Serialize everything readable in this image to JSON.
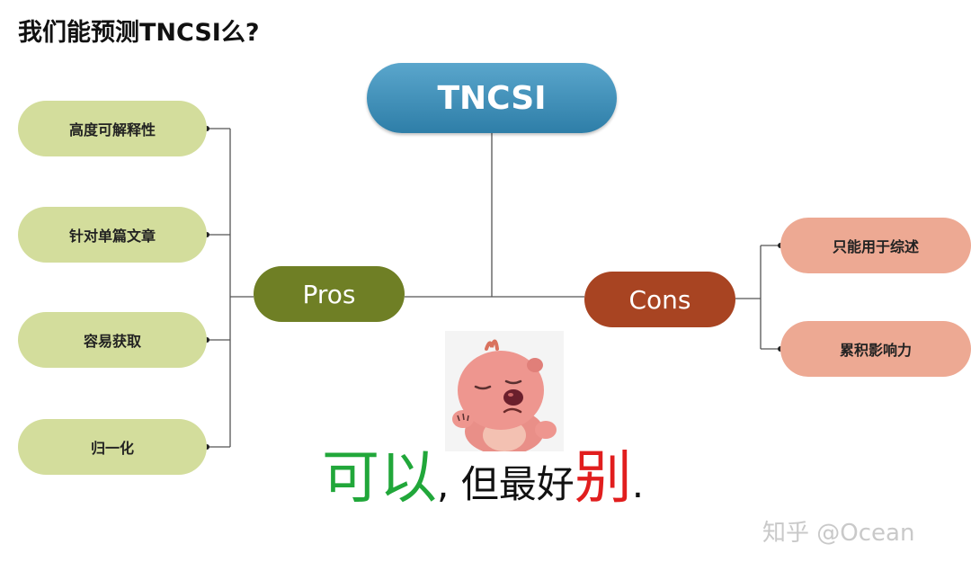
{
  "title": "我们能预测TNCSI么?",
  "root": {
    "label": "TNCSI"
  },
  "pros": {
    "label": "Pros",
    "items": [
      "高度可解释性",
      "针对单篇文章",
      "容易获取",
      "归一化"
    ]
  },
  "cons": {
    "label": "Cons",
    "items": [
      "只能用于综述",
      "累积影响力"
    ]
  },
  "verdict": {
    "part1": "可以",
    "part2": ", 但最好",
    "part3": "别",
    "part4": "."
  },
  "watermark": "知乎 @Ocean",
  "colors": {
    "root": "#3a8dba",
    "pros": "#6f7f25",
    "cons": "#a84422",
    "pros_item": "#d3dd9c",
    "cons_item": "#eda993",
    "verdict_green": "#21a73a",
    "verdict_red": "#e11e1e"
  }
}
